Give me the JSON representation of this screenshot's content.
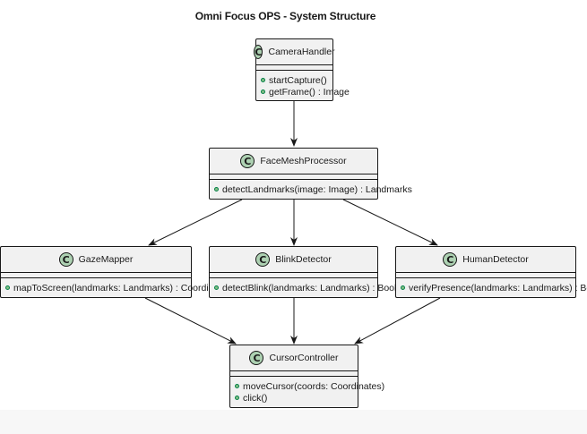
{
  "diagram": {
    "title": "Omni Focus OPS - System Structure",
    "badge_letter": "C",
    "classes": {
      "camera_handler": {
        "name": "CameraHandler",
        "methods": [
          "startCapture()",
          "getFrame() : Image"
        ]
      },
      "face_mesh_processor": {
        "name": "FaceMeshProcessor",
        "methods": [
          "detectLandmarks(image: Image) : Landmarks"
        ]
      },
      "gaze_mapper": {
        "name": "GazeMapper",
        "methods": [
          "mapToScreen(landmarks: Landmarks) : Coordinates"
        ]
      },
      "blink_detector": {
        "name": "BlinkDetector",
        "methods": [
          "detectBlink(landmarks: Landmarks) : Boolean"
        ]
      },
      "human_detector": {
        "name": "HumanDetector",
        "methods": [
          "verifyPresence(landmarks: Landmarks) : Boolean"
        ]
      },
      "cursor_controller": {
        "name": "CursorController",
        "methods": [
          "moveCursor(coords: Coordinates)",
          "click()"
        ]
      }
    },
    "relations": [
      {
        "from": "CameraHandler",
        "to": "FaceMeshProcessor"
      },
      {
        "from": "FaceMeshProcessor",
        "to": "GazeMapper"
      },
      {
        "from": "FaceMeshProcessor",
        "to": "BlinkDetector"
      },
      {
        "from": "FaceMeshProcessor",
        "to": "HumanDetector"
      },
      {
        "from": "GazeMapper",
        "to": "CursorController"
      },
      {
        "from": "BlinkDetector",
        "to": "CursorController"
      },
      {
        "from": "HumanDetector",
        "to": "CursorController"
      }
    ],
    "colors": {
      "class_fill": "#f1f1f1",
      "class_border": "#181818",
      "class_badge": "#add1b2",
      "method_dot": "#84be84",
      "arrow": "#181818"
    }
  }
}
